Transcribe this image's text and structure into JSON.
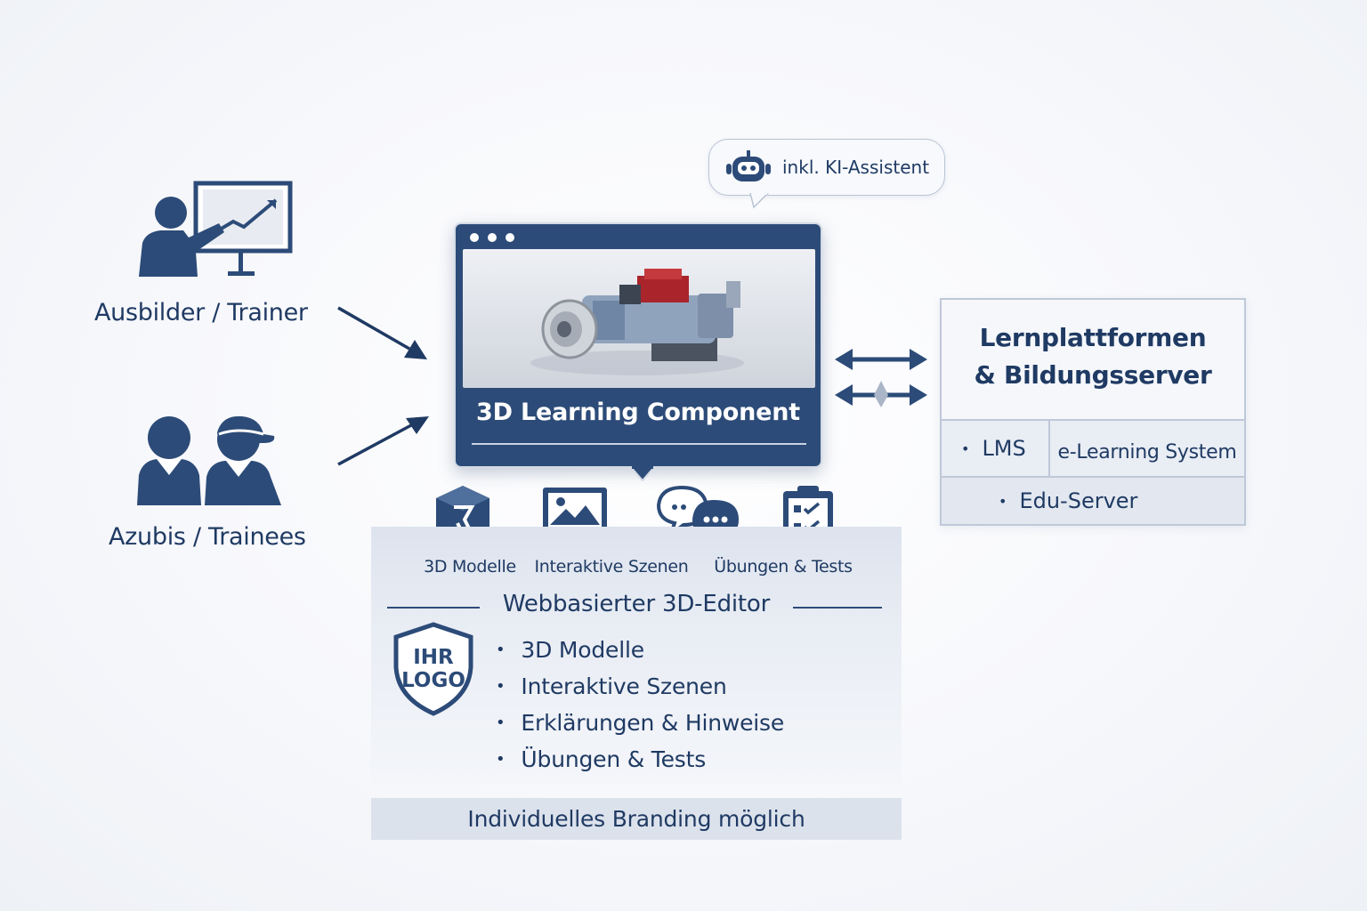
{
  "actors": {
    "trainer_label": "Ausbilder / Trainer",
    "trainees_label": "Azubis / Trainees"
  },
  "ki_bubble": {
    "text": "inkl. KI-Assistent"
  },
  "component": {
    "title": "3D Learning Component"
  },
  "features": [
    {
      "label": "3D Modelle",
      "icon": "cube-icon"
    },
    {
      "label": "Interaktive Szenen",
      "icon": "monitor-image-icon"
    },
    {
      "label": "Übungen & Tests",
      "icon": "chat-bubbles-icon"
    },
    {
      "label": "",
      "icon": "checklist-clipboard-icon"
    }
  ],
  "editor": {
    "title": "Webbasierter 3D-Editor",
    "logo_text": [
      "IHR",
      "LOGO"
    ],
    "items": [
      "3D Modelle",
      "Interaktive Szenen",
      "Erklärungen & Hinweise",
      "Übungen & Tests"
    ]
  },
  "branding": {
    "text": "Individuelles Branding möglich"
  },
  "platform": {
    "title_line1": "Lernplattformen",
    "title_line2": "& Bildungsserver",
    "lms": "LMS",
    "elearning": "e-Learning System",
    "edu": "Edu-Server"
  },
  "colors": {
    "navy": "#1f3a63",
    "window_blue": "#2c4b78",
    "accent_red": "#b3262b"
  }
}
